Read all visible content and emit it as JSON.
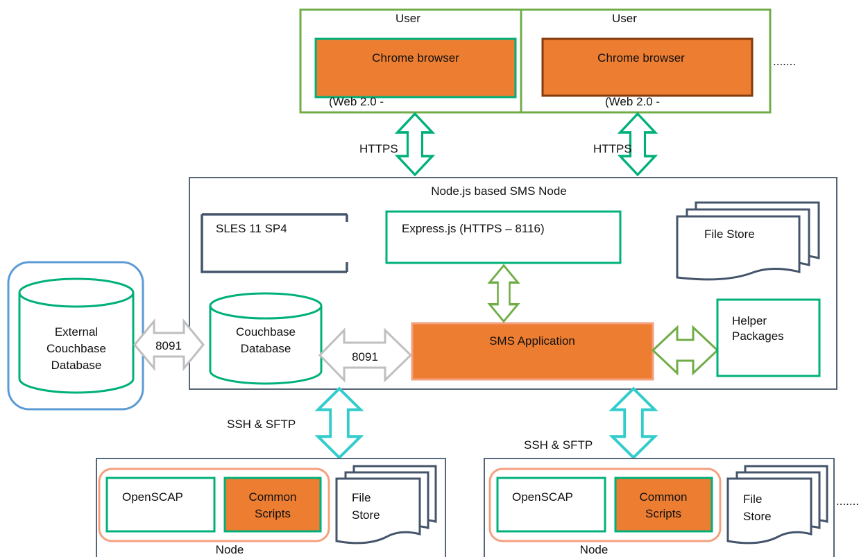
{
  "users": [
    {
      "title": "User",
      "browser": "Chrome browser",
      "subtitle": "(Web 2.0  -"
    },
    {
      "title": "User",
      "browser": "Chrome browser",
      "subtitle": "(Web 2.0  -"
    }
  ],
  "users_ellipsis": ".......",
  "https_label": "HTTPS",
  "sms_node": {
    "title": "Node.js based SMS Node",
    "os": "SLES 11 SP4",
    "express": "Express.js (HTTPS – 8116)",
    "file_store": "File Store",
    "couchbase": [
      "Couchbase",
      "Database"
    ],
    "sms_app": "SMS Application",
    "helper": [
      "Helper",
      "Packages"
    ],
    "port_label": "8091"
  },
  "external_db": {
    "lines": [
      "External",
      "Couchbase",
      "Database"
    ],
    "port_label": "8091"
  },
  "ssh_label": "SSH & SFTP",
  "nodes": [
    {
      "title": "Node",
      "openscap": "OpenSCAP",
      "scripts": [
        "Common",
        "Scripts"
      ],
      "file_store": [
        "File",
        "Store"
      ]
    },
    {
      "title": "Node",
      "openscap": "OpenSCAP",
      "scripts": [
        "Common",
        "Scripts"
      ],
      "file_store": [
        "File",
        "Store"
      ]
    }
  ],
  "nodes_ellipsis": ".......",
  "colors": {
    "orange": "#ED7D31",
    "green_border": "#70AD47",
    "teal": "#00B07A",
    "cyan": "#33CCCC",
    "slate": "#44546A",
    "grey_arrow": "#BFBFBF",
    "blue": "#5B9BD5",
    "salmon": "#F4A07E"
  }
}
